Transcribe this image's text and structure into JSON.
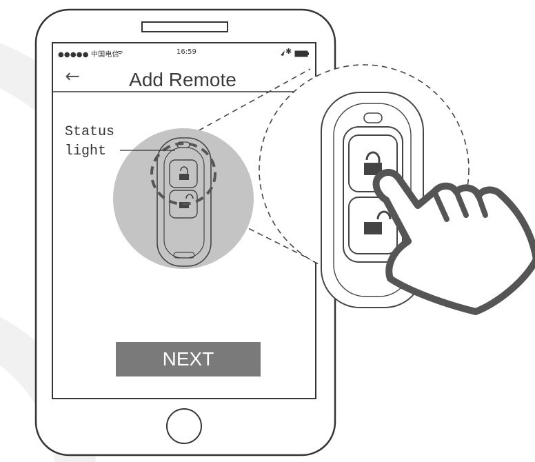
{
  "status_bar": {
    "carrier": "●●●●● 中国电信",
    "time": "16:59",
    "icons": [
      "wifi-icon",
      "location-icon",
      "bluetooth-icon",
      "battery-icon"
    ]
  },
  "header": {
    "back_icon": "arrow-left-icon",
    "back_glyph": "←",
    "title": "Add Remote"
  },
  "callout": {
    "label": "Status\nlight"
  },
  "actions": {
    "next_label": "NEXT"
  },
  "colors": {
    "button_gray": "#7a7a7a",
    "outline": "#333333",
    "circle_gray": "#c4c4c4",
    "background_arc": "#f1f1f1"
  }
}
